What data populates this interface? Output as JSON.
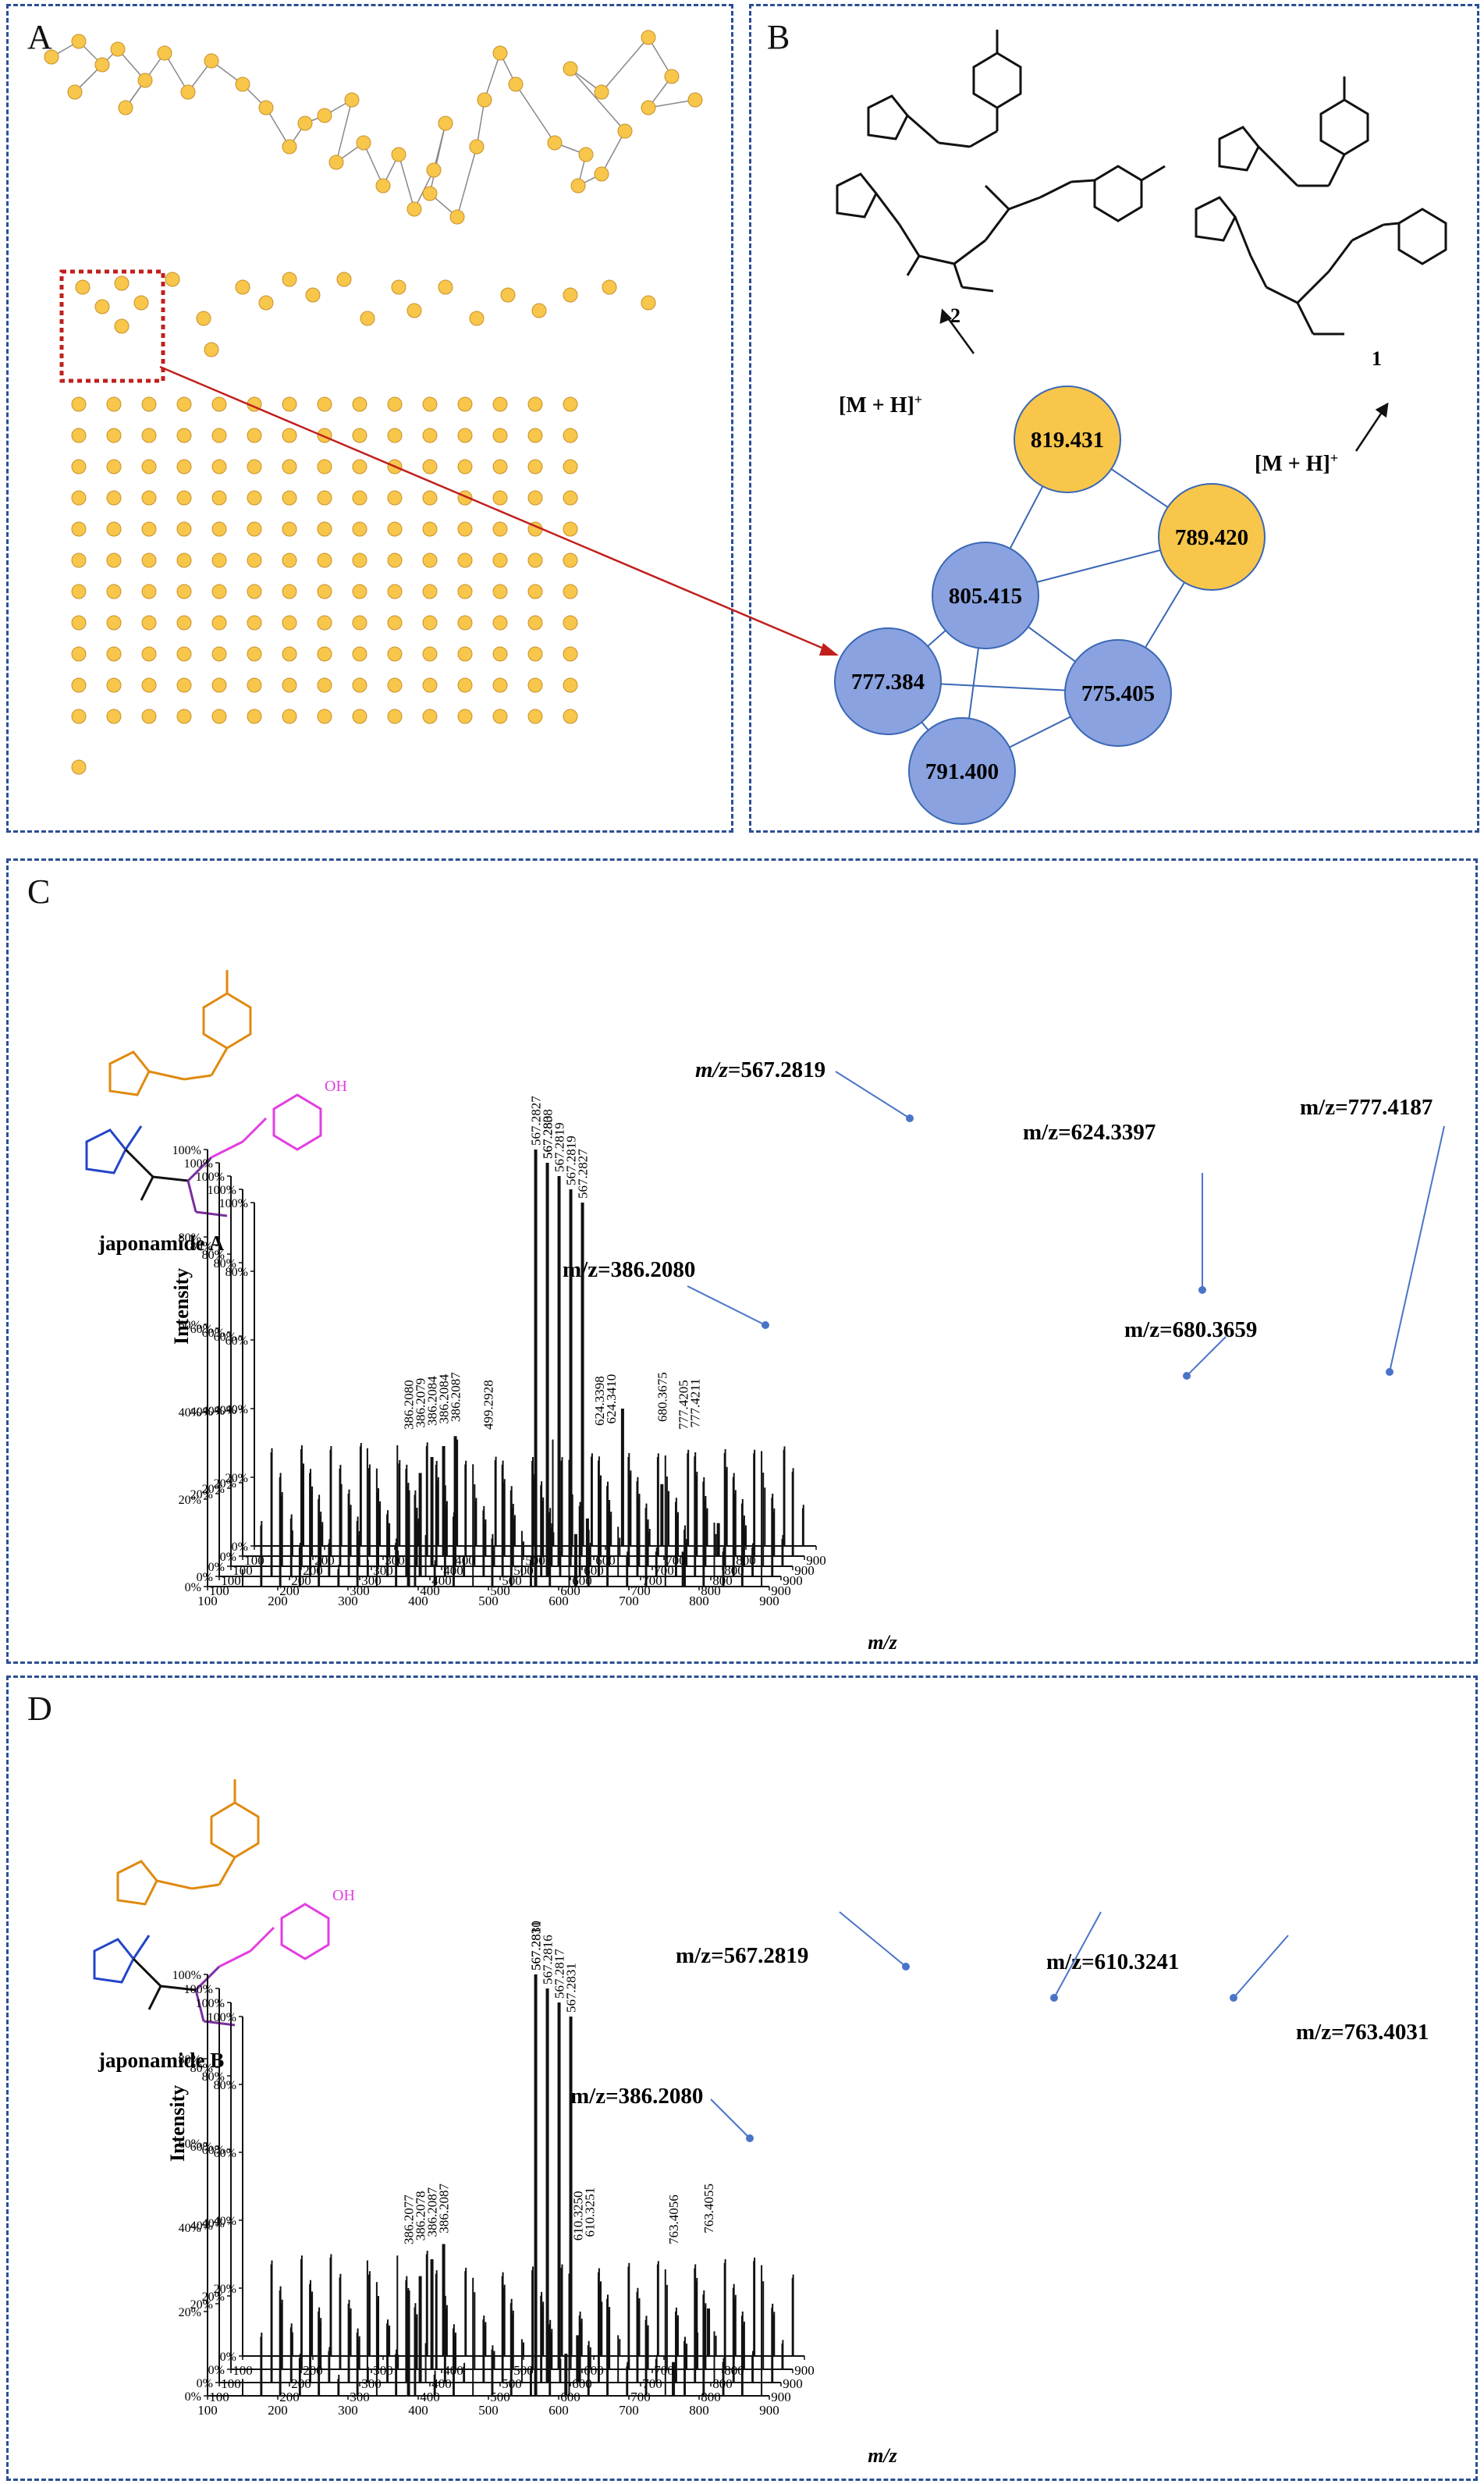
{
  "panels": {
    "a": {
      "label": "A"
    },
    "b": {
      "label": "B"
    },
    "c": {
      "label": "C"
    },
    "d": {
      "label": "D"
    }
  },
  "colors": {
    "border": "#2b4f94",
    "node_yellow": "#f7c64a",
    "node_blue": "#8aa2df",
    "arrow_red": "#c0201d",
    "orange": "#e08a10",
    "blue": "#2345c8",
    "purple": "#7a2ea0",
    "magenta": "#e23ee0"
  },
  "panel_b": {
    "adduct_label": "[M + H]",
    "adduct_sup": "+",
    "compound_2": "2",
    "compound_1": "1",
    "nodes": [
      {
        "id": "n819",
        "label": "819.431",
        "group": "yellow"
      },
      {
        "id": "n789",
        "label": "789.420",
        "group": "yellow"
      },
      {
        "id": "n805",
        "label": "805.415",
        "group": "blue"
      },
      {
        "id": "n777",
        "label": "777.384",
        "group": "blue"
      },
      {
        "id": "n775",
        "label": "775.405",
        "group": "blue"
      },
      {
        "id": "n791",
        "label": "791.400",
        "group": "blue"
      }
    ]
  },
  "panel_c": {
    "compound_name": "japonamide A",
    "fragments": [
      "m/z=567.2819",
      "m/z=624.3397",
      "m/z=777.4187",
      "m/z=386.2080",
      "m/z=680.3659"
    ],
    "y_axis_label": "Intensity",
    "x_axis_label": "m/z",
    "peak_labels": [
      "386.2080",
      "386.2079",
      "386.2084",
      "386.2084",
      "386.2087",
      "499.2928",
      "567.2808",
      "567.2819",
      "567.2819",
      "567.2827",
      "567.2827",
      "567.283",
      "624.3398",
      "624.3410",
      "680.3675",
      "777.4205",
      "777.4211"
    ]
  },
  "panel_d": {
    "compound_name": "japonamide B",
    "fragments": [
      "m/z=567.2819",
      "m/z=610.3241",
      "m/z=763.4031",
      "m/z=386.2080"
    ],
    "y_axis_label": "Intensity",
    "x_axis_label": "m/z",
    "peak_labels": [
      "386.2077",
      "386.2078",
      "386.2087",
      "386.2087",
      "567.2810",
      "567.2816",
      "567.2817",
      "567.2831",
      "567.2831",
      "610.3250",
      "610.3251",
      "763.4055",
      "763.4056"
    ]
  },
  "chart_data": [
    {
      "type": "bar",
      "panel": "C",
      "xlabel": "m/z",
      "ylabel": "Intensity",
      "xlim": [
        100,
        900
      ],
      "ylim": [
        0,
        100
      ],
      "x_ticks": [
        100,
        200,
        300,
        400,
        500,
        600,
        700,
        800,
        900
      ],
      "y_ticks": [
        "0%",
        "20%",
        "40%",
        "60%",
        "80%",
        "100%"
      ],
      "series": [
        {
          "peaks": [
            [
              386.208,
              22
            ],
            [
              567.2808,
              100
            ],
            [
              624.3398,
              12
            ],
            [
              777.4205,
              8
            ]
          ]
        },
        {
          "peaks": [
            [
              386.2079,
              25
            ],
            [
              567.2819,
              100
            ],
            [
              624.341,
              14
            ]
          ]
        },
        {
          "peaks": [
            [
              386.2084,
              28
            ],
            [
              567.2819,
              100
            ],
            [
              680.3675,
              10
            ]
          ]
        },
        {
          "peaks": [
            [
              386.2084,
              30
            ],
            [
              567.2827,
              100
            ],
            [
              777.4211,
              9
            ]
          ]
        },
        {
          "peaks": [
            [
              386.2087,
              32
            ],
            [
              499.2928,
              12
            ],
            [
              567.283,
              100
            ],
            [
              624.341,
              40
            ],
            [
              680.3675,
              18
            ]
          ]
        }
      ]
    },
    {
      "type": "bar",
      "panel": "D",
      "xlabel": "m/z",
      "ylabel": "Intensity",
      "xlim": [
        100,
        900
      ],
      "ylim": [
        0,
        100
      ],
      "x_ticks": [
        100,
        200,
        300,
        400,
        500,
        600,
        700,
        800,
        900
      ],
      "y_ticks": [
        "0%",
        "20%",
        "40%",
        "60%",
        "80%",
        "100%"
      ],
      "series": [
        {
          "peaks": [
            [
              386.2077,
              25
            ],
            [
              567.281,
              100
            ],
            [
              610.325,
              10
            ],
            [
              763.4055,
              8
            ]
          ]
        },
        {
          "peaks": [
            [
              386.2078,
              27
            ],
            [
              567.2816,
              100
            ],
            [
              610.3251,
              12
            ]
          ]
        },
        {
          "peaks": [
            [
              386.2087,
              30
            ],
            [
              567.2817,
              100
            ],
            [
              763.4056,
              10
            ]
          ]
        },
        {
          "peaks": [
            [
              386.2087,
              33
            ],
            [
              567.2831,
              100
            ],
            [
              610.3251,
              16
            ],
            [
              763.4056,
              14
            ]
          ]
        }
      ]
    }
  ]
}
